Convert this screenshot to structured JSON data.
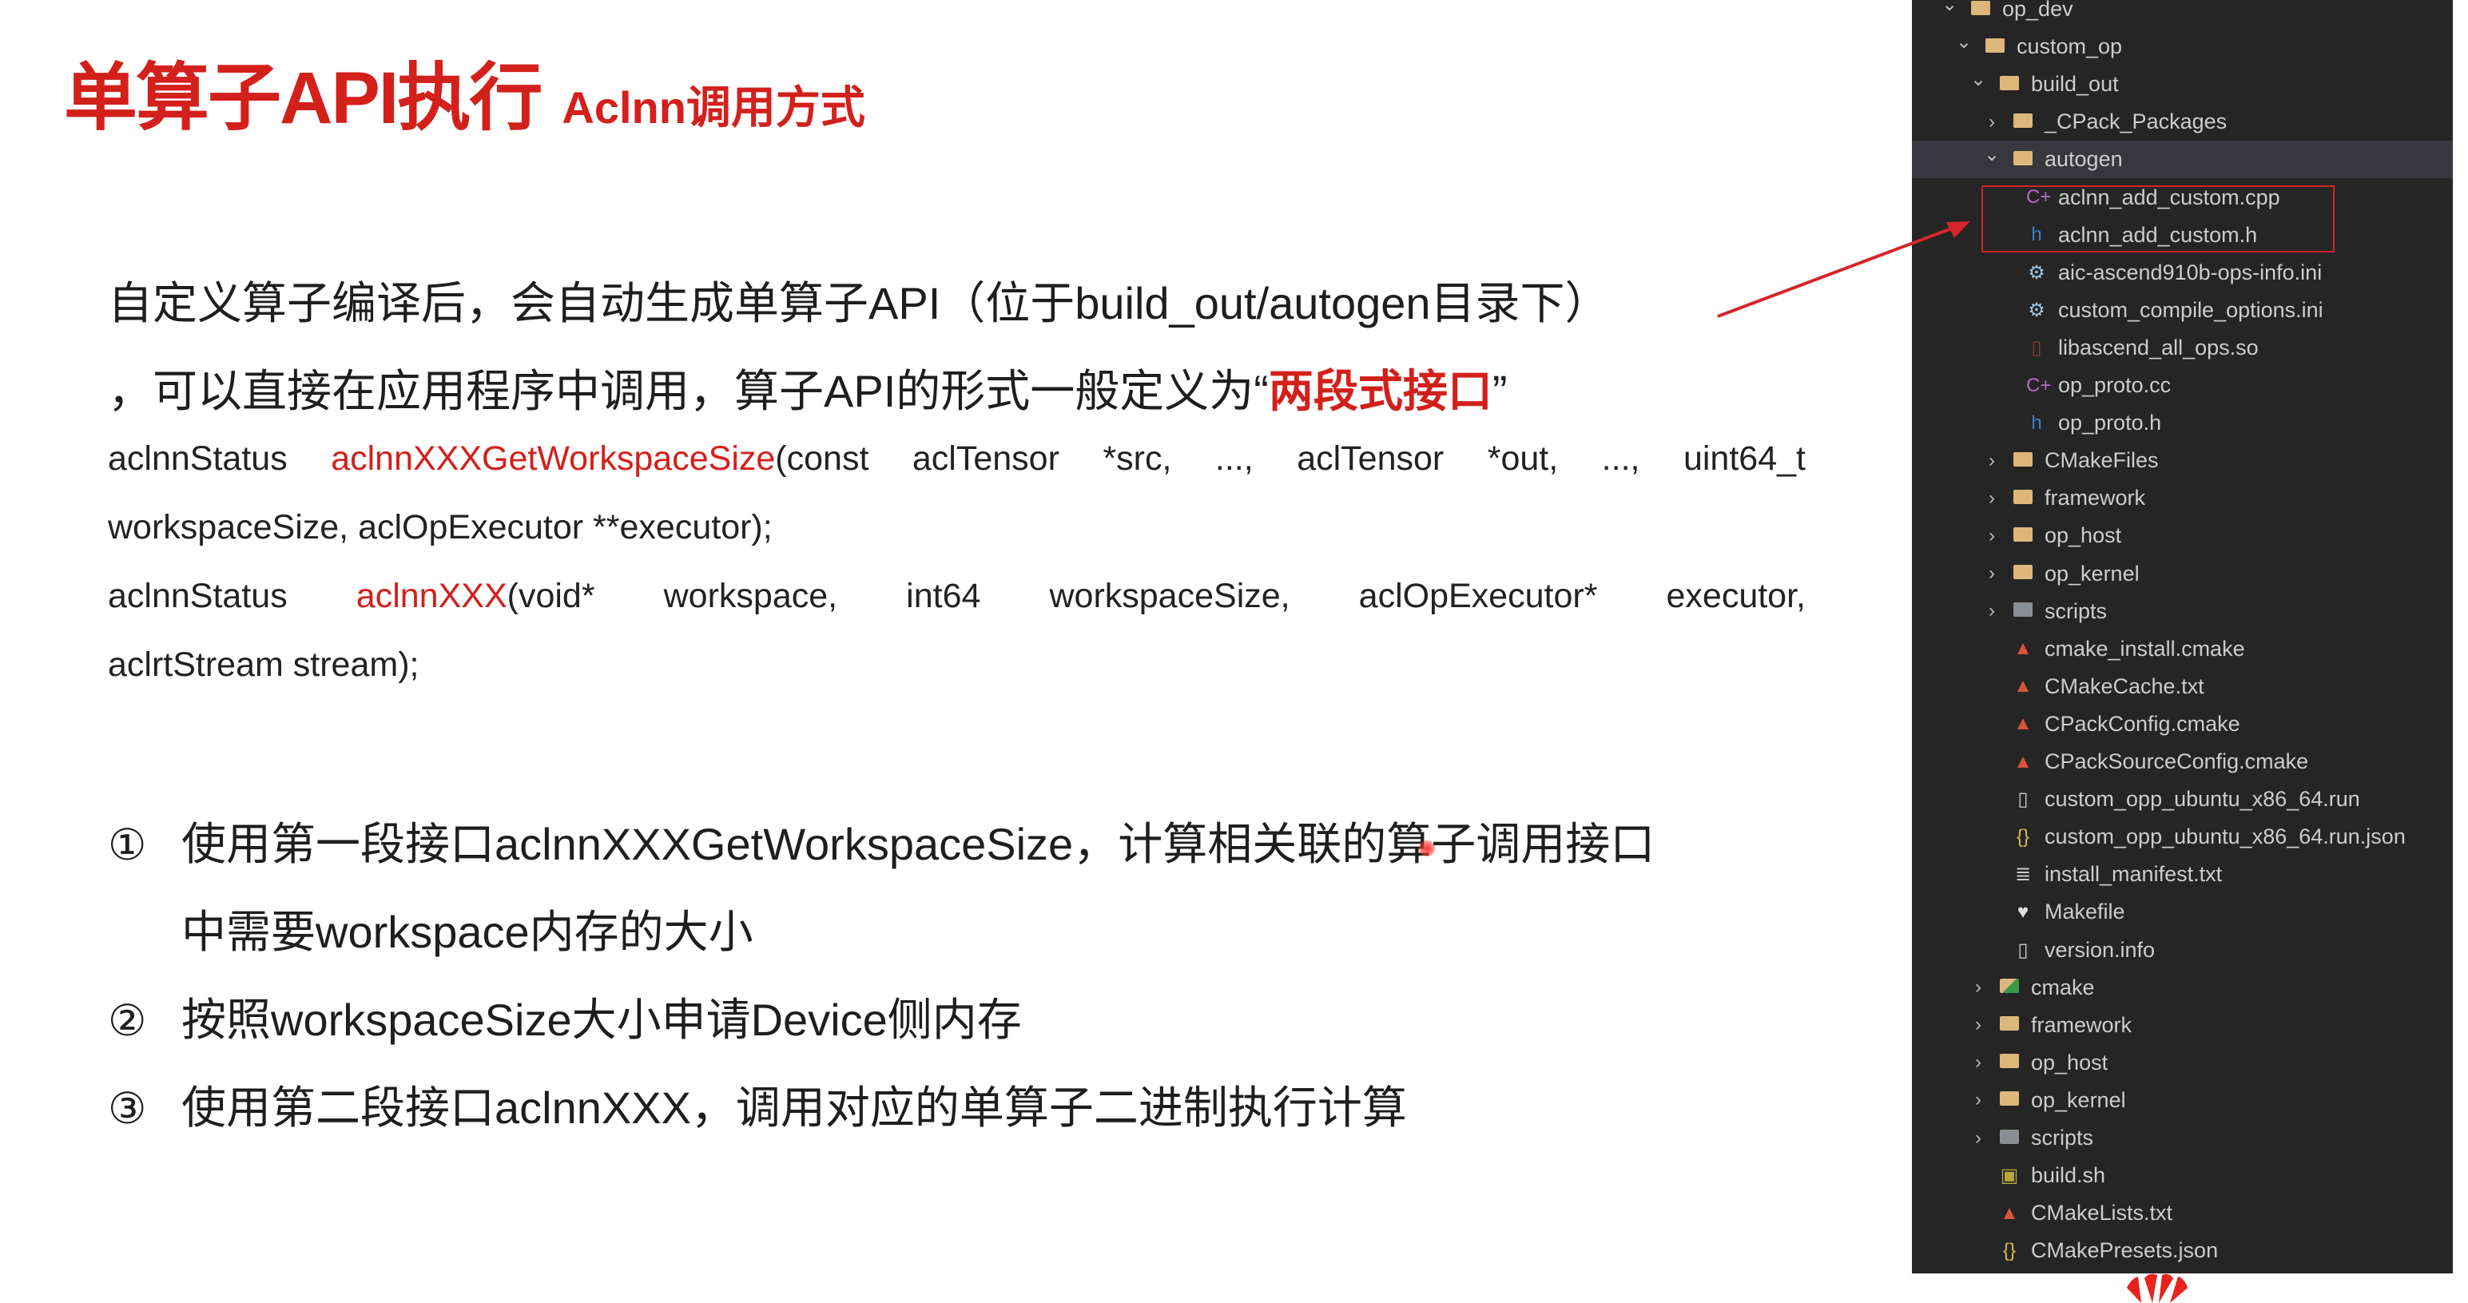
{
  "title": {
    "main": "单算子API执行",
    "sub": "Aclnn调用方式"
  },
  "intro": {
    "line1": "自定义算子编译后，会自动生成单算子API（位于build_out/autogen目录下）",
    "line2_prefix": "，可以直接在应用程序中调用，算子API的形式一般定义为“",
    "line2_highlight": "两段式接口",
    "line2_suffix": "”"
  },
  "code": {
    "l1_type": "aclnnStatus ",
    "l1_func": "aclnnXXXGetWorkspaceSize",
    "l1_args": "(const aclTensor *src, ..., aclTensor *out, ..., uint64_t",
    "l2": "workspaceSize, aclOpExecutor **executor);",
    "l3_type": "aclnnStatus ",
    "l3_func": "aclnnXXX",
    "l3_args": "(void* workspace, int64 workspaceSize, aclOpExecutor* executor,",
    "l4": "aclrtStream stream);"
  },
  "steps": [
    {
      "num": "①",
      "text": "使用第一段接口aclnnXXXGetWorkspaceSize，计算相关联的算子调用接口",
      "cont": "中需要workspace内存的大小"
    },
    {
      "num": "②",
      "text": "按照workspaceSize大小申请Device侧内存"
    },
    {
      "num": "③",
      "text": "使用第二段接口aclnnXXX，调用对应的单算子二进制执行计算"
    }
  ],
  "explorer": {
    "rows": [
      {
        "label": "op_dev",
        "level": 0,
        "type": "folder-open"
      },
      {
        "label": "custom_op",
        "level": 1,
        "type": "folder-open"
      },
      {
        "label": "build_out",
        "level": 2,
        "type": "folder-open"
      },
      {
        "label": "_CPack_Packages",
        "level": 3,
        "type": "folder"
      },
      {
        "label": "autogen",
        "level": 3,
        "type": "folder-open",
        "selected": true
      },
      {
        "label": "aclnn_add_custom.cpp",
        "level": 4,
        "type": "cpp"
      },
      {
        "label": "aclnn_add_custom.h",
        "level": 4,
        "type": "h"
      },
      {
        "label": "aic-ascend910b-ops-info.ini",
        "level": 4,
        "type": "gear"
      },
      {
        "label": "custom_compile_options.ini",
        "level": 4,
        "type": "gear"
      },
      {
        "label": "libascend_all_ops.so",
        "level": 4,
        "type": "so"
      },
      {
        "label": "op_proto.cc",
        "level": 4,
        "type": "cpp"
      },
      {
        "label": "op_proto.h",
        "level": 4,
        "type": "h"
      },
      {
        "label": "CMakeFiles",
        "level": 3,
        "type": "folder"
      },
      {
        "label": "framework",
        "level": 3,
        "type": "folder"
      },
      {
        "label": "op_host",
        "level": 3,
        "type": "folder"
      },
      {
        "label": "op_kernel",
        "level": 3,
        "type": "folder"
      },
      {
        "label": "scripts",
        "level": 3,
        "type": "folder-gray"
      },
      {
        "label": "cmake_install.cmake",
        "level": 3,
        "type": "cmake"
      },
      {
        "label": "CMakeCache.txt",
        "level": 3,
        "type": "cmake"
      },
      {
        "label": "CPackConfig.cmake",
        "level": 3,
        "type": "cmake"
      },
      {
        "label": "CPackSourceConfig.cmake",
        "level": 3,
        "type": "cmake"
      },
      {
        "label": "custom_opp_ubuntu_x86_64.run",
        "level": 3,
        "type": "file"
      },
      {
        "label": "custom_opp_ubuntu_x86_64.run.json",
        "level": 3,
        "type": "json"
      },
      {
        "label": "install_manifest.txt",
        "level": 3,
        "type": "txt"
      },
      {
        "label": "Makefile",
        "level": 3,
        "type": "make"
      },
      {
        "label": "version.info",
        "level": 3,
        "type": "file"
      },
      {
        "label": "cmake",
        "level": 2,
        "type": "folder-cmake"
      },
      {
        "label": "framework",
        "level": 2,
        "type": "folder"
      },
      {
        "label": "op_host",
        "level": 2,
        "type": "folder"
      },
      {
        "label": "op_kernel",
        "level": 2,
        "type": "folder"
      },
      {
        "label": "scripts",
        "level": 2,
        "type": "folder-gray"
      },
      {
        "label": "build.sh",
        "level": 2,
        "type": "shell"
      },
      {
        "label": "CMakeLists.txt",
        "level": 2,
        "type": "cmake"
      },
      {
        "label": "CMakePresets.json",
        "level": 2,
        "type": "json"
      }
    ]
  },
  "colors": {
    "accent": "#d3201b",
    "panel_bg": "#252526",
    "selected_row": "#37373d"
  }
}
